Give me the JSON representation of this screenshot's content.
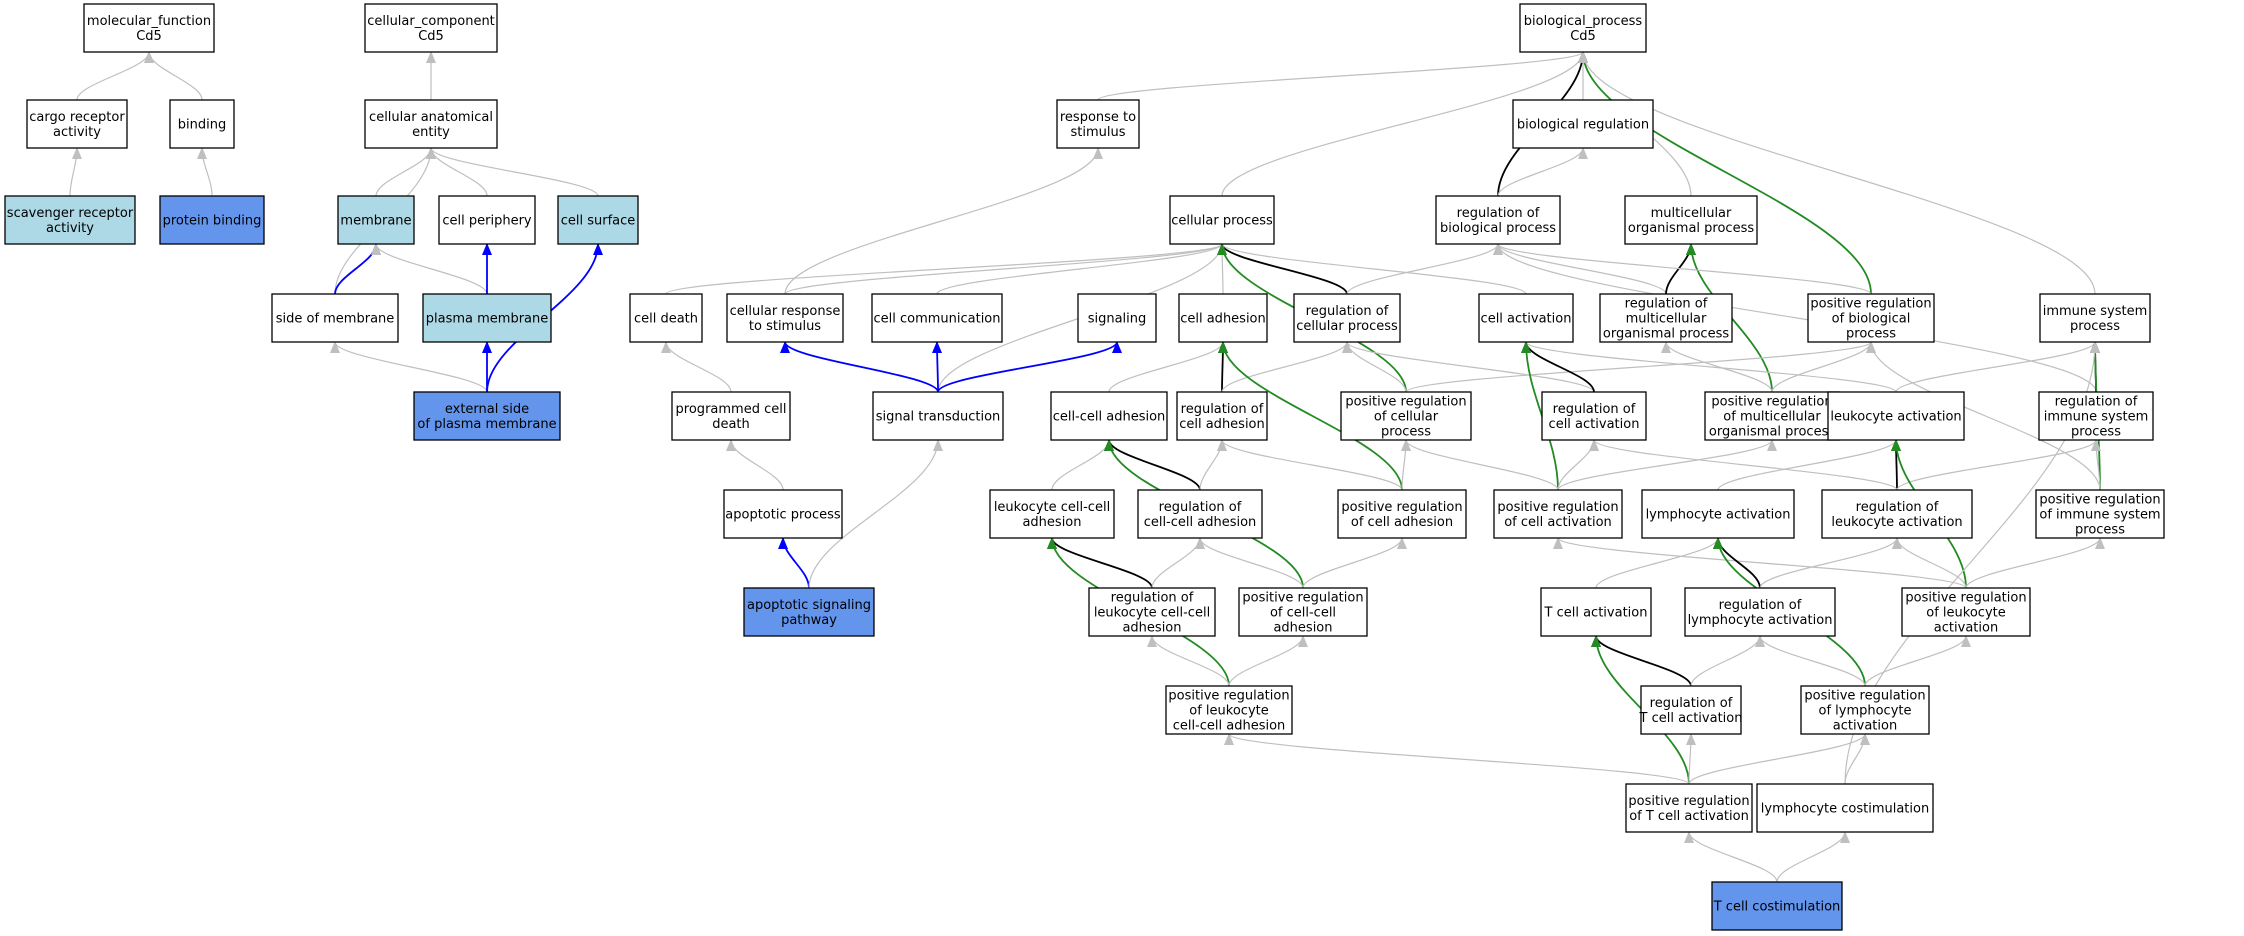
{
  "colors": {
    "white": "#ffffff",
    "lightblue": "#add8e6",
    "blue": "#6495ed",
    "edge_gray": "#bfbfbf",
    "edge_black": "#000000",
    "edge_blue": "#0000ff",
    "edge_green": "#228b22"
  },
  "nodes": [
    {
      "id": "mf",
      "lines": [
        "molecular_function",
        "Cd5"
      ],
      "fill": "white"
    },
    {
      "id": "cra",
      "lines": [
        "cargo receptor",
        "activity"
      ],
      "fill": "white"
    },
    {
      "id": "bind",
      "lines": [
        "binding"
      ],
      "fill": "white"
    },
    {
      "id": "sra",
      "lines": [
        "scavenger receptor",
        "activity"
      ],
      "fill": "lightblue"
    },
    {
      "id": "pb",
      "lines": [
        "protein binding"
      ],
      "fill": "blue"
    },
    {
      "id": "cc",
      "lines": [
        "cellular_component",
        "Cd5"
      ],
      "fill": "white"
    },
    {
      "id": "cae",
      "lines": [
        "cellular anatomical",
        "entity"
      ],
      "fill": "white"
    },
    {
      "id": "mem",
      "lines": [
        "membrane"
      ],
      "fill": "lightblue"
    },
    {
      "id": "cp",
      "lines": [
        "cell periphery"
      ],
      "fill": "white"
    },
    {
      "id": "cs",
      "lines": [
        "cell surface"
      ],
      "fill": "lightblue"
    },
    {
      "id": "som",
      "lines": [
        "side of membrane"
      ],
      "fill": "white"
    },
    {
      "id": "pm",
      "lines": [
        "plasma membrane"
      ],
      "fill": "lightblue"
    },
    {
      "id": "espm",
      "lines": [
        "external side",
        "of plasma membrane"
      ],
      "fill": "blue"
    },
    {
      "id": "bp",
      "lines": [
        "biological_process",
        "Cd5"
      ],
      "fill": "white"
    },
    {
      "id": "rts",
      "lines": [
        "response to",
        "stimulus"
      ],
      "fill": "white"
    },
    {
      "id": "breg",
      "lines": [
        "biological regulation"
      ],
      "fill": "white"
    },
    {
      "id": "cellp",
      "lines": [
        "cellular process"
      ],
      "fill": "white"
    },
    {
      "id": "rbp",
      "lines": [
        "regulation of",
        "biological process"
      ],
      "fill": "white"
    },
    {
      "id": "mop",
      "lines": [
        "multicellular",
        "organismal process"
      ],
      "fill": "white"
    },
    {
      "id": "cd",
      "lines": [
        "cell death"
      ],
      "fill": "white"
    },
    {
      "id": "crs",
      "lines": [
        "cellular response",
        "to stimulus"
      ],
      "fill": "white"
    },
    {
      "id": "ccomm",
      "lines": [
        "cell communication"
      ],
      "fill": "white"
    },
    {
      "id": "sig",
      "lines": [
        "signaling"
      ],
      "fill": "white"
    },
    {
      "id": "cadh",
      "lines": [
        "cell adhesion"
      ],
      "fill": "white"
    },
    {
      "id": "rcp",
      "lines": [
        "regulation of",
        "cellular process"
      ],
      "fill": "white"
    },
    {
      "id": "cact",
      "lines": [
        "cell activation"
      ],
      "fill": "white"
    },
    {
      "id": "rmop",
      "lines": [
        "regulation of",
        "multicellular",
        "organismal process"
      ],
      "fill": "white"
    },
    {
      "id": "prbp",
      "lines": [
        "positive regulation",
        "of biological",
        "process"
      ],
      "fill": "white"
    },
    {
      "id": "isp",
      "lines": [
        "immune system",
        "process"
      ],
      "fill": "white"
    },
    {
      "id": "pcd",
      "lines": [
        "programmed cell",
        "death"
      ],
      "fill": "white"
    },
    {
      "id": "st",
      "lines": [
        "signal transduction"
      ],
      "fill": "white"
    },
    {
      "id": "cca",
      "lines": [
        "cell-cell adhesion"
      ],
      "fill": "white"
    },
    {
      "id": "rca",
      "lines": [
        "regulation of",
        "cell adhesion"
      ],
      "fill": "white"
    },
    {
      "id": "prcp",
      "lines": [
        "positive regulation",
        "of cellular",
        "process"
      ],
      "fill": "white"
    },
    {
      "id": "rcact",
      "lines": [
        "regulation of",
        "cell activation"
      ],
      "fill": "white"
    },
    {
      "id": "prmop",
      "lines": [
        "positive regulation",
        "of multicellular",
        "organismal process"
      ],
      "fill": "white"
    },
    {
      "id": "lact",
      "lines": [
        "leukocyte activation"
      ],
      "fill": "white"
    },
    {
      "id": "risp",
      "lines": [
        "regulation of",
        "immune system",
        "process"
      ],
      "fill": "white"
    },
    {
      "id": "ap",
      "lines": [
        "apoptotic process"
      ],
      "fill": "white"
    },
    {
      "id": "lcca",
      "lines": [
        "leukocyte cell-cell",
        "adhesion"
      ],
      "fill": "white"
    },
    {
      "id": "rccadh",
      "lines": [
        "regulation of",
        "cell-cell adhesion"
      ],
      "fill": "white"
    },
    {
      "id": "prca",
      "lines": [
        "positive regulation",
        "of cell adhesion"
      ],
      "fill": "white"
    },
    {
      "id": "prcact",
      "lines": [
        "positive regulation",
        "of cell activation"
      ],
      "fill": "white"
    },
    {
      "id": "lyact",
      "lines": [
        "lymphocyte activation"
      ],
      "fill": "white"
    },
    {
      "id": "rlact",
      "lines": [
        "regulation of",
        "leukocyte activation"
      ],
      "fill": "white"
    },
    {
      "id": "prisp",
      "lines": [
        "positive regulation",
        "of immune system",
        "process"
      ],
      "fill": "white"
    },
    {
      "id": "asp",
      "lines": [
        "apoptotic signaling",
        "pathway"
      ],
      "fill": "blue"
    },
    {
      "id": "rlcca",
      "lines": [
        "regulation of",
        "leukocyte cell-cell",
        "adhesion"
      ],
      "fill": "white"
    },
    {
      "id": "prccadh",
      "lines": [
        "positive regulation",
        "of cell-cell",
        "adhesion"
      ],
      "fill": "white"
    },
    {
      "id": "tact",
      "lines": [
        "T cell activation"
      ],
      "fill": "white"
    },
    {
      "id": "rlyact",
      "lines": [
        "regulation of",
        "lymphocyte activation"
      ],
      "fill": "white"
    },
    {
      "id": "prlact",
      "lines": [
        "positive regulation",
        "of leukocyte",
        "activation"
      ],
      "fill": "white"
    },
    {
      "id": "prlcca",
      "lines": [
        "positive regulation",
        "of leukocyte",
        "cell-cell adhesion"
      ],
      "fill": "white"
    },
    {
      "id": "rtact",
      "lines": [
        "regulation of",
        "T cell activation"
      ],
      "fill": "white"
    },
    {
      "id": "prlyact",
      "lines": [
        "positive regulation",
        "of lymphocyte",
        "activation"
      ],
      "fill": "white"
    },
    {
      "id": "prtact",
      "lines": [
        "positive regulation",
        "of T cell activation"
      ],
      "fill": "white"
    },
    {
      "id": "lcost",
      "lines": [
        "lymphocyte costimulation"
      ],
      "fill": "white"
    },
    {
      "id": "tcost",
      "lines": [
        "T cell costimulation"
      ],
      "fill": "blue"
    }
  ],
  "edges": [
    {
      "from": "cra",
      "to": "mf",
      "color": "edge_gray"
    },
    {
      "from": "bind",
      "to": "mf",
      "color": "edge_gray"
    },
    {
      "from": "sra",
      "to": "cra",
      "color": "edge_gray"
    },
    {
      "from": "pb",
      "to": "bind",
      "color": "edge_gray"
    },
    {
      "from": "cae",
      "to": "cc",
      "color": "edge_gray"
    },
    {
      "from": "mem",
      "to": "cae",
      "color": "edge_gray"
    },
    {
      "from": "cp",
      "to": "cae",
      "color": "edge_gray"
    },
    {
      "from": "cs",
      "to": "cae",
      "color": "edge_gray"
    },
    {
      "from": "som",
      "to": "cae",
      "color": "edge_gray"
    },
    {
      "from": "som",
      "to": "mem",
      "color": "edge_blue"
    },
    {
      "from": "pm",
      "to": "mem",
      "color": "edge_gray"
    },
    {
      "from": "pm",
      "to": "cp",
      "color": "edge_blue"
    },
    {
      "from": "espm",
      "to": "som",
      "color": "edge_gray"
    },
    {
      "from": "espm",
      "to": "pm",
      "color": "edge_blue"
    },
    {
      "from": "espm",
      "to": "cs",
      "color": "edge_blue"
    },
    {
      "from": "rts",
      "to": "bp",
      "color": "edge_gray"
    },
    {
      "from": "breg",
      "to": "bp",
      "color": "edge_gray"
    },
    {
      "from": "cellp",
      "to": "bp",
      "color": "edge_gray"
    },
    {
      "from": "rbp",
      "to": "bp",
      "color": "edge_black"
    },
    {
      "from": "mop",
      "to": "bp",
      "color": "edge_gray"
    },
    {
      "from": "prbp",
      "to": "bp",
      "color": "edge_green"
    },
    {
      "from": "isp",
      "to": "bp",
      "color": "edge_gray"
    },
    {
      "from": "rbp",
      "to": "breg",
      "color": "edge_gray"
    },
    {
      "from": "crs",
      "to": "rts",
      "color": "edge_gray"
    },
    {
      "from": "cd",
      "to": "cellp",
      "color": "edge_gray"
    },
    {
      "from": "crs",
      "to": "cellp",
      "color": "edge_gray"
    },
    {
      "from": "ccomm",
      "to": "cellp",
      "color": "edge_gray"
    },
    {
      "from": "cadh",
      "to": "cellp",
      "color": "edge_gray"
    },
    {
      "from": "rcp",
      "to": "cellp",
      "color": "edge_black"
    },
    {
      "from": "cact",
      "to": "cellp",
      "color": "edge_gray"
    },
    {
      "from": "st",
      "to": "cellp",
      "color": "edge_gray"
    },
    {
      "from": "prcp",
      "to": "cellp",
      "color": "edge_green"
    },
    {
      "from": "rcp",
      "to": "rbp",
      "color": "edge_gray"
    },
    {
      "from": "rmop",
      "to": "rbp",
      "color": "edge_gray"
    },
    {
      "from": "rmop",
      "to": "mop",
      "color": "edge_black"
    },
    {
      "from": "prmop",
      "to": "mop",
      "color": "edge_green"
    },
    {
      "from": "prbp",
      "to": "rbp",
      "color": "edge_gray"
    },
    {
      "from": "risp",
      "to": "rbp",
      "color": "edge_gray"
    },
    {
      "from": "pcd",
      "to": "cd",
      "color": "edge_gray"
    },
    {
      "from": "st",
      "to": "crs",
      "color": "edge_blue"
    },
    {
      "from": "st",
      "to": "ccomm",
      "color": "edge_blue"
    },
    {
      "from": "st",
      "to": "sig",
      "color": "edge_blue"
    },
    {
      "from": "cca",
      "to": "cadh",
      "color": "edge_gray"
    },
    {
      "from": "rca",
      "to": "cadh",
      "color": "edge_black"
    },
    {
      "from": "rca",
      "to": "rcp",
      "color": "edge_gray"
    },
    {
      "from": "prcp",
      "to": "rcp",
      "color": "edge_gray"
    },
    {
      "from": "rcact",
      "to": "rcp",
      "color": "edge_gray"
    },
    {
      "from": "prcp",
      "to": "prbp",
      "color": "edge_gray"
    },
    {
      "from": "rcact",
      "to": "cact",
      "color": "edge_black"
    },
    {
      "from": "lact",
      "to": "cact",
      "color": "edge_gray"
    },
    {
      "from": "prcact",
      "to": "cact",
      "color": "edge_green"
    },
    {
      "from": "prmop",
      "to": "rmop",
      "color": "edge_gray"
    },
    {
      "from": "prmop",
      "to": "prbp",
      "color": "edge_gray"
    },
    {
      "from": "lact",
      "to": "isp",
      "color": "edge_gray"
    },
    {
      "from": "risp",
      "to": "isp",
      "color": "edge_black"
    },
    {
      "from": "prisp",
      "to": "isp",
      "color": "edge_green"
    },
    {
      "from": "prisp",
      "to": "prbp",
      "color": "edge_gray"
    },
    {
      "from": "ap",
      "to": "pcd",
      "color": "edge_gray"
    },
    {
      "from": "asp",
      "to": "ap",
      "color": "edge_blue"
    },
    {
      "from": "asp",
      "to": "st",
      "color": "edge_gray"
    },
    {
      "from": "lcca",
      "to": "cca",
      "color": "edge_gray"
    },
    {
      "from": "rccadh",
      "to": "cca",
      "color": "edge_black"
    },
    {
      "from": "rccadh",
      "to": "rca",
      "color": "edge_gray"
    },
    {
      "from": "prca",
      "to": "rca",
      "color": "edge_gray"
    },
    {
      "from": "prca",
      "to": "cadh",
      "color": "edge_green"
    },
    {
      "from": "prca",
      "to": "prcp",
      "color": "edge_gray"
    },
    {
      "from": "prccadh",
      "to": "cca",
      "color": "edge_green"
    },
    {
      "from": "prcact",
      "to": "rcact",
      "color": "edge_gray"
    },
    {
      "from": "prcact",
      "to": "prcp",
      "color": "edge_gray"
    },
    {
      "from": "prcact",
      "to": "prmop",
      "color": "edge_gray"
    },
    {
      "from": "lyact",
      "to": "lact",
      "color": "edge_gray"
    },
    {
      "from": "rlact",
      "to": "lact",
      "color": "edge_black"
    },
    {
      "from": "rlact",
      "to": "rcact",
      "color": "edge_gray"
    },
    {
      "from": "rlact",
      "to": "risp",
      "color": "edge_gray"
    },
    {
      "from": "prlact",
      "to": "lact",
      "color": "edge_green"
    },
    {
      "from": "prlact",
      "to": "rlact",
      "color": "edge_gray"
    },
    {
      "from": "prlact",
      "to": "prcact",
      "color": "edge_gray"
    },
    {
      "from": "prlact",
      "to": "prisp",
      "color": "edge_gray"
    },
    {
      "from": "prisp",
      "to": "risp",
      "color": "edge_gray"
    },
    {
      "from": "rlcca",
      "to": "lcca",
      "color": "edge_black"
    },
    {
      "from": "rlcca",
      "to": "rccadh",
      "color": "edge_gray"
    },
    {
      "from": "prccadh",
      "to": "rccadh",
      "color": "edge_gray"
    },
    {
      "from": "prccadh",
      "to": "prca",
      "color": "edge_gray"
    },
    {
      "from": "tact",
      "to": "lyact",
      "color": "edge_gray"
    },
    {
      "from": "rlyact",
      "to": "lyact",
      "color": "edge_black"
    },
    {
      "from": "rlyact",
      "to": "rlact",
      "color": "edge_gray"
    },
    {
      "from": "prlyact",
      "to": "lyact",
      "color": "edge_green"
    },
    {
      "from": "prlyact",
      "to": "rlyact",
      "color": "edge_gray"
    },
    {
      "from": "prlyact",
      "to": "prlact",
      "color": "edge_gray"
    },
    {
      "from": "prlcca",
      "to": "lcca",
      "color": "edge_green"
    },
    {
      "from": "prlcca",
      "to": "rlcca",
      "color": "edge_gray"
    },
    {
      "from": "prlcca",
      "to": "prccadh",
      "color": "edge_gray"
    },
    {
      "from": "rtact",
      "to": "tact",
      "color": "edge_black"
    },
    {
      "from": "rtact",
      "to": "rlyact",
      "color": "edge_gray"
    },
    {
      "from": "prtact",
      "to": "tact",
      "color": "edge_green"
    },
    {
      "from": "prtact",
      "to": "rtact",
      "color": "edge_gray"
    },
    {
      "from": "prtact",
      "to": "prlyact",
      "color": "edge_gray"
    },
    {
      "from": "prtact",
      "to": "prlcca",
      "color": "edge_gray"
    },
    {
      "from": "lcost",
      "to": "prlyact",
      "color": "edge_gray"
    },
    {
      "from": "lcost",
      "to": "isp",
      "color": "edge_gray"
    },
    {
      "from": "tcost",
      "to": "prtact",
      "color": "edge_gray"
    },
    {
      "from": "tcost",
      "to": "lcost",
      "color": "edge_gray"
    }
  ]
}
